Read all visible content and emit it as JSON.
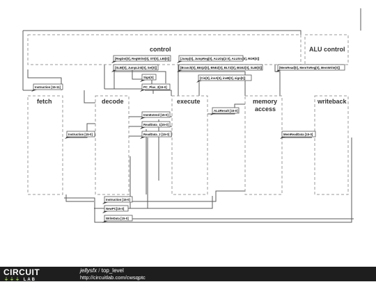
{
  "blocks": {
    "control": "control",
    "alu_control": "ALU control",
    "fetch": "fetch",
    "decode": "decode",
    "execute": "execute",
    "memory_access_1": "memory",
    "memory_access_2": "access",
    "writeback": "writeback"
  },
  "labels": [
    "[RegDst[0], RegWrite[0], STI[0], LBI[0]]",
    "[SLBI[0], JumpLink[0], Set[0]]",
    "[Jump[0], JumpReg[0], ALUOp[2:0], ALUSrc[0], ROR[0]]",
    "[Branch[0], BEQZ[0], BNEZ[0], BLTZ[0], BGEZ[0], SLBI[0]]",
    "[Cin[0], invA[0], invB[0], sign[0]]",
    "[MemRead[0], MemToReg[0], MemWrite[0]]",
    "Instruction [15-11]",
    "Sign[0]",
    "PC_Plus_2[15-0]",
    "ImmExtend [15-0]",
    "ReadData_1[15-0]",
    "ReadData_2 [15-0]",
    "ALUResult [15-0]",
    "MemReadData [15-0]",
    "Instruction [15-0]",
    "Instruction [15-0]",
    "NewPC[15-0]",
    "WriteData [15-0]"
  ],
  "footer": {
    "logo_top": "CIRCUIT",
    "logo_bottom_left": "⏚⏚⏚",
    "logo_bottom_right": "LAB",
    "user": "jellysfx",
    "separator": "/",
    "project": "top_level",
    "url": "http://circuitlab.com/cwsqptc"
  }
}
